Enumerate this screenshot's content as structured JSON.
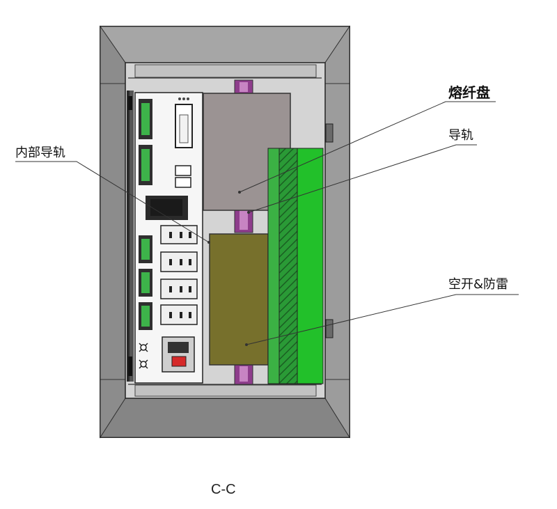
{
  "labels": {
    "internal_rail": "内部导轨",
    "splice_tray": "熔纤盘",
    "rail": "导轨",
    "breaker_surge": "空开&防雷"
  },
  "caption": "C-C",
  "colors": {
    "cabinet_frame": "#8f8f8f",
    "cabinet_interior": "#d2d2d2",
    "splice_tray": "#9b9393",
    "breaker_block": "#77702c",
    "green_module": "#22c02a",
    "rail_purple": "#8e3d8c",
    "socket_bg": "#efefef"
  }
}
